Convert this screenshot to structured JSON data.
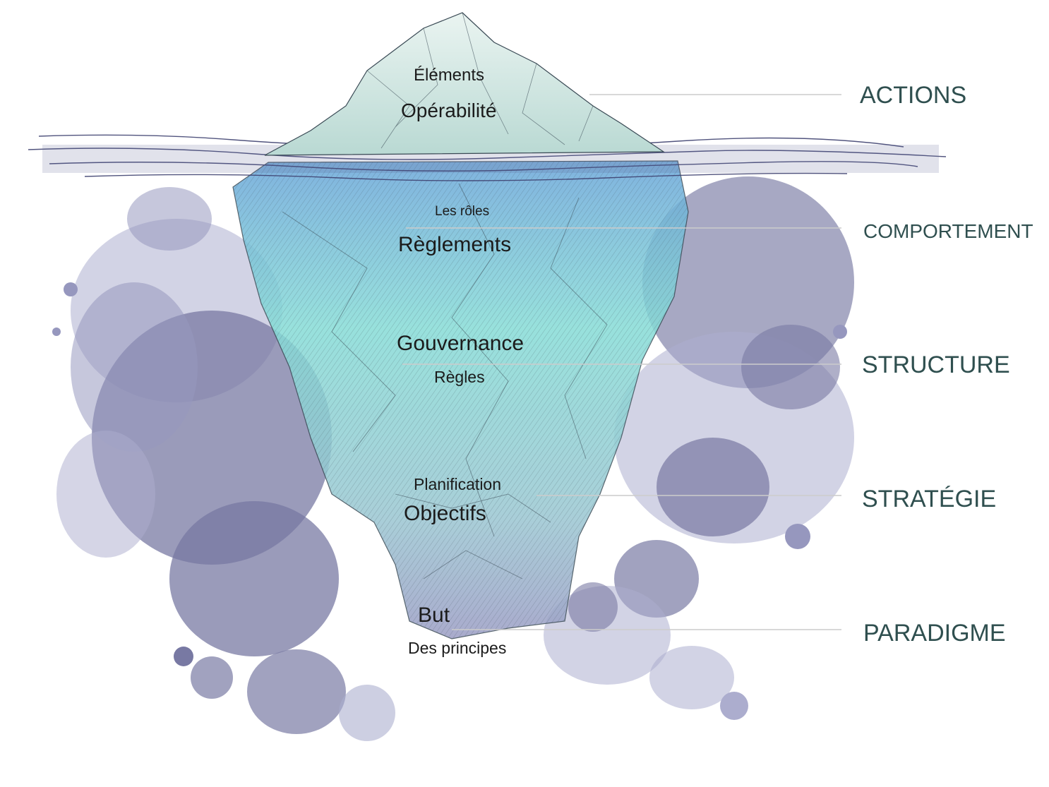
{
  "iceberg_labels": {
    "elements": "Éléments",
    "operabilite": "Opérabilité",
    "roles": "Les rôles",
    "reglements": "Règlements",
    "gouvernance": "Gouvernance",
    "regles": "Règles",
    "planification": "Planification",
    "objectifs": "Objectifs",
    "but": "But",
    "principes": "Des principes"
  },
  "levels": [
    {
      "label": "ACTIONS"
    },
    {
      "label": "COMPORTEMENT"
    },
    {
      "label": "STRUCTURE"
    },
    {
      "label": "STRATÉGIE"
    },
    {
      "label": "PARADIGME"
    }
  ],
  "colors": {
    "ink_splash": "#5b5c8f",
    "ink_splash_light": "#9a9cc4",
    "ice_tip": "#cfe6e2",
    "ice_underwater": "#7fd4cf",
    "water_line": "#3f4270",
    "level_label": "#2f4f4f",
    "guide_line": "#cccccc"
  }
}
